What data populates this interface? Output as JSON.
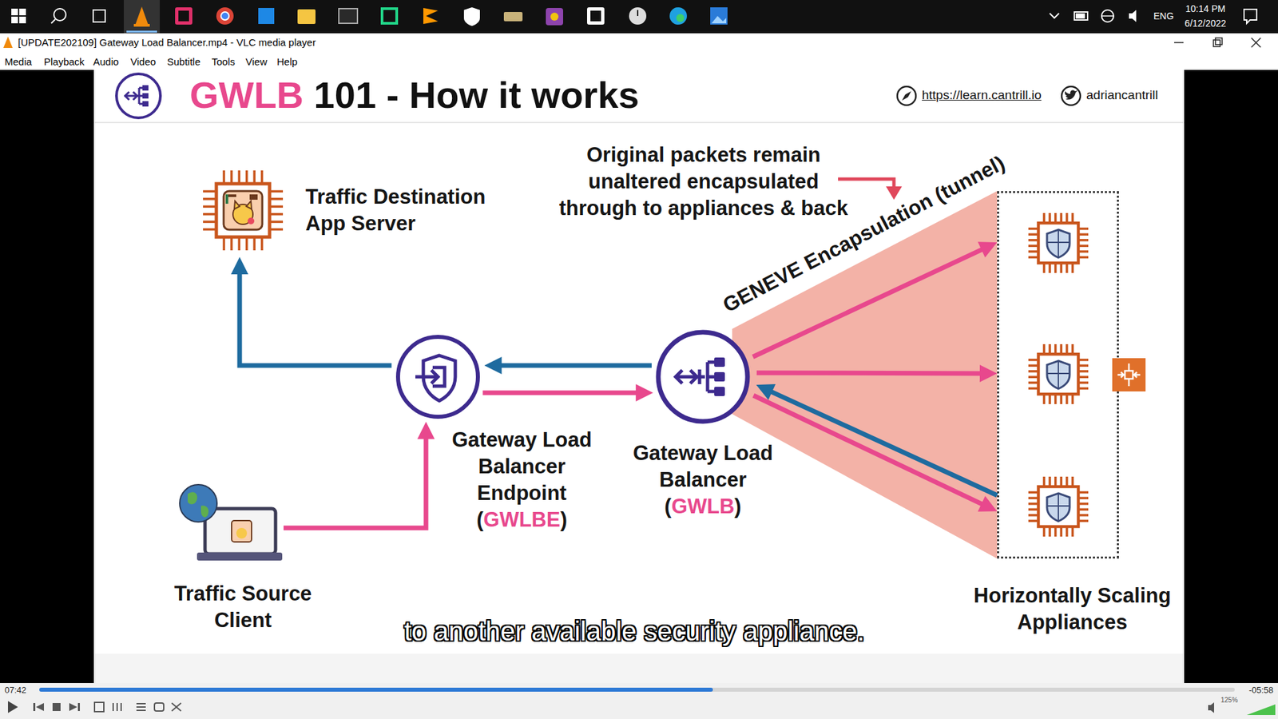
{
  "diagram": {
    "title": "GWLB 101 - How it works",
    "nodes": [
      {
        "text": [
          "Traffic Destination App Server"
        ]
      },
      {
        "text": [
          "Gateway Load Balancer Endpoint",
          "(GWLBE)"
        ]
      },
      {
        "text": [
          "Gateway Load Balancer",
          "(GWLB)"
        ]
      },
      {
        "text": [
          "Traffic Source Client"
        ]
      },
      {
        "text": [
          "Horizontally Scaling Appliances"
        ]
      }
    ],
    "edges": [
      {
        "from": 3,
        "to": 1,
        "arrow": "to"
      },
      {
        "from": 1,
        "to": 2,
        "arrow": "to"
      },
      {
        "from": 2,
        "to": 1,
        "arrow": "to"
      },
      {
        "from": 1,
        "to": 0,
        "arrow": "to"
      },
      {
        "from": 2,
        "to": 4,
        "arrow": "to"
      },
      {
        "from": 2,
        "to": 4,
        "arrow": "to"
      },
      {
        "from": 2,
        "to": 4,
        "arrow": "to"
      },
      {
        "from": 4,
        "to": 2,
        "arrow": "to"
      }
    ],
    "labels": [
      "ENG",
      "10:14 PM",
      "6/12/2022",
      "[UPDATE202109] Gateway Load Balancer.mp4 - VLC media player",
      "Media",
      "Playback",
      "Audio",
      "Video",
      "Subtitle",
      "Tools",
      "View",
      "Help",
      "https://learn.cantrill.io",
      "adriancantrill",
      "Original packets remain unaltered encapsulated through to appliances & back",
      "GENEVE Encapsulation (tunnel)",
      "to another available security appliance.",
      "07:42",
      "-05:58",
      "125%"
    ]
  }
}
